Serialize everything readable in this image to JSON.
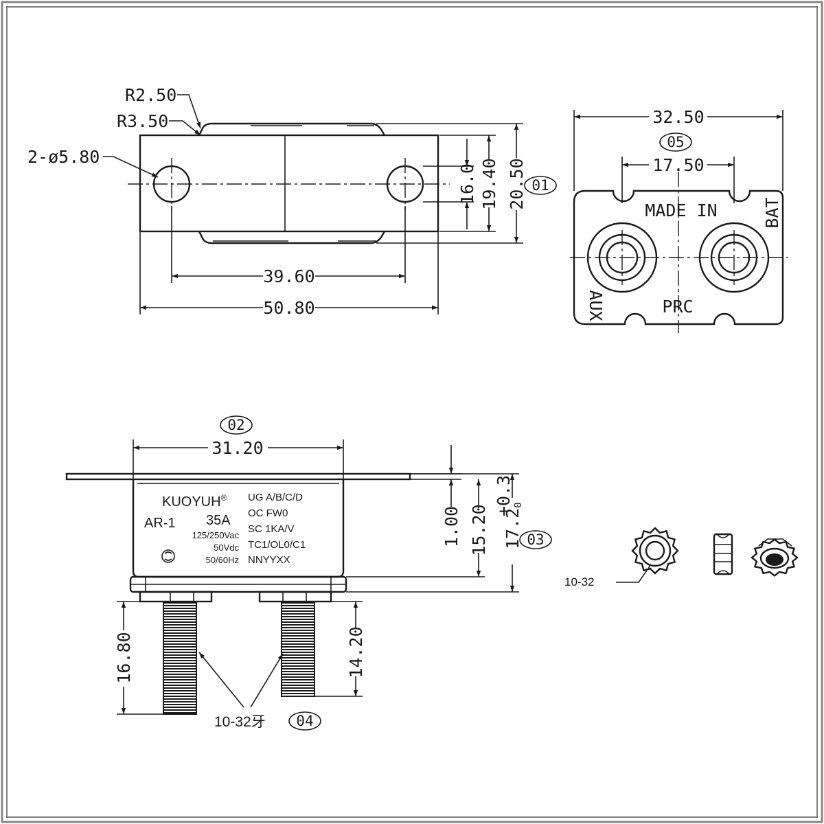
{
  "dims": {
    "r250": "R2.50",
    "r350": "R3.50",
    "holes": "2-ø5.80",
    "d16": "16.0",
    "d1940": "19.40",
    "d2050": "20.50",
    "d3960": "39.60",
    "d5080": "50.80",
    "d3250": "32.50",
    "d1750": "17.50",
    "d3120": "31.20",
    "d100": "1.00",
    "d1520": "15.20",
    "d172": "17.2",
    "d172_tol_up": "+0.3",
    "d172_tol_low": "0",
    "d1680": "16.80",
    "d1420": "14.20"
  },
  "balloons": {
    "b01": "01",
    "b02": "02",
    "b03": "03",
    "b04": "04",
    "b05": "05"
  },
  "end_view": {
    "made_in": "MADE IN",
    "bat": "BAT",
    "aux": "AUX",
    "prc": "PRC"
  },
  "label": {
    "brand": "KUOYUH",
    "reg": "®",
    "model": "AR-1",
    "rating": "35A",
    "ratings": [
      "125/250Vac",
      "50Vdc",
      "50/60Hz"
    ],
    "codes": [
      "UG A/B/C/D",
      "OC  FW0",
      "SC 1KA/V",
      "TC1/OL0/C1",
      "NNYYXX"
    ]
  },
  "callouts": {
    "thread": "10-32牙",
    "nut": "10-32"
  }
}
